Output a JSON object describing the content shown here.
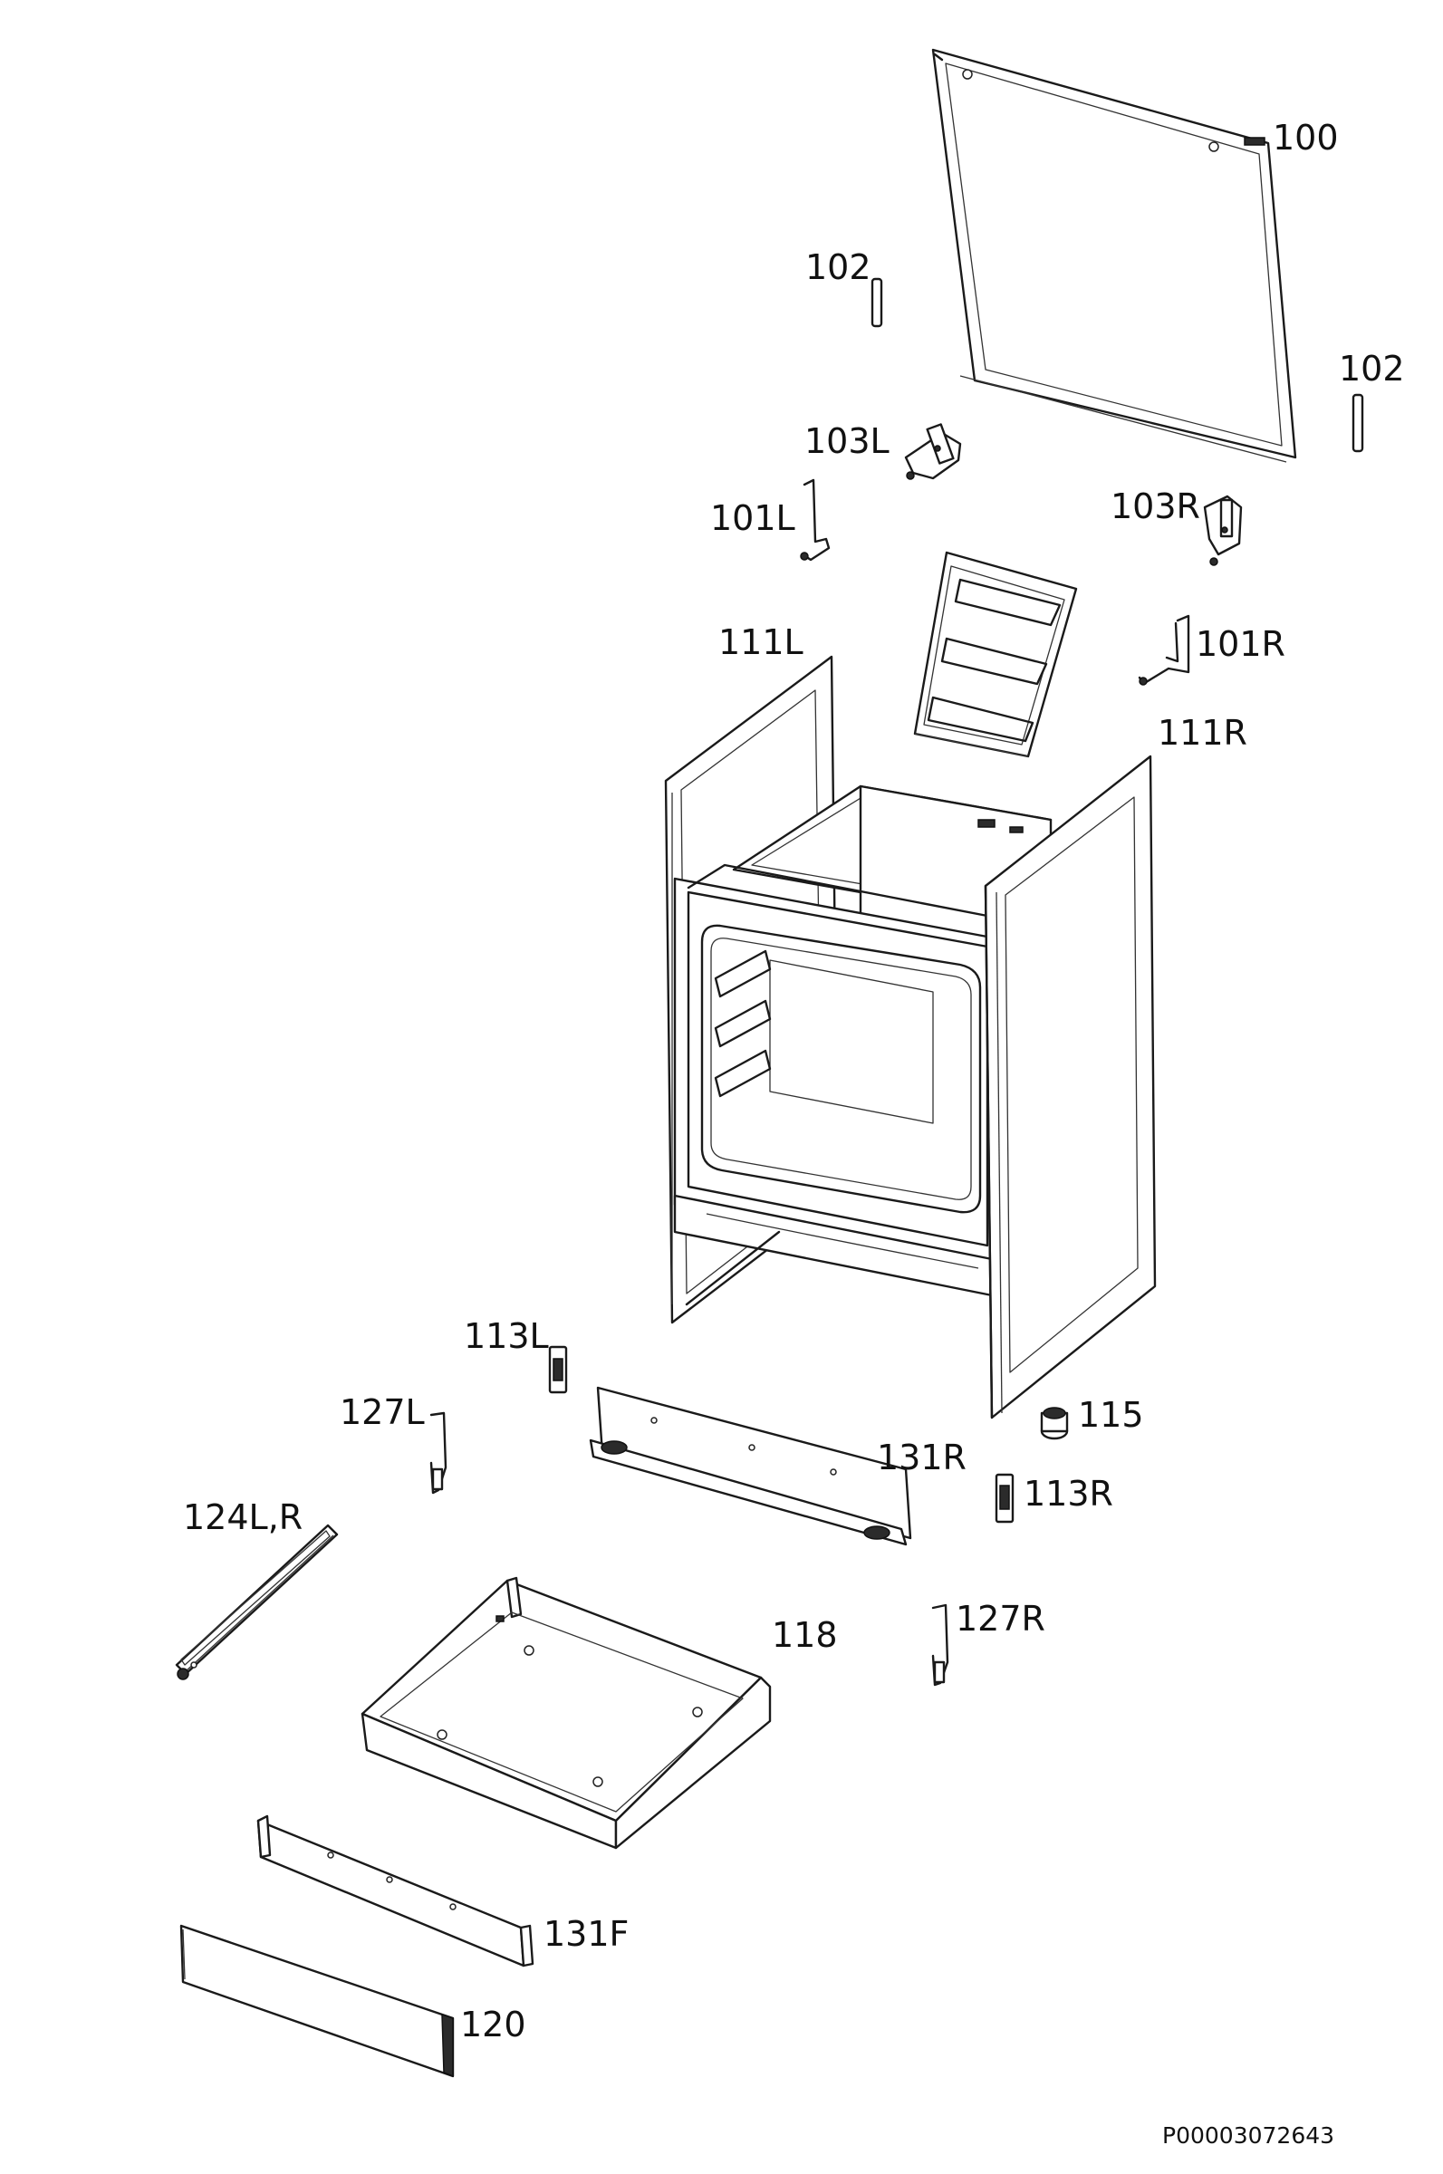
{
  "parts": [
    {
      "id": "p100",
      "label": "100"
    },
    {
      "id": "p102a",
      "label": "102"
    },
    {
      "id": "p102b",
      "label": "102"
    },
    {
      "id": "p103L",
      "label": "103L"
    },
    {
      "id": "p103R",
      "label": "103R"
    },
    {
      "id": "p101L",
      "label": "101L"
    },
    {
      "id": "p101R",
      "label": "101R"
    },
    {
      "id": "p111L",
      "label": "111L"
    },
    {
      "id": "p111R",
      "label": "111R"
    },
    {
      "id": "p113L",
      "label": "113L"
    },
    {
      "id": "p113R",
      "label": "113R"
    },
    {
      "id": "p115",
      "label": "115"
    },
    {
      "id": "p127L",
      "label": "127L"
    },
    {
      "id": "p127R",
      "label": "127R"
    },
    {
      "id": "p131R",
      "label": "131R"
    },
    {
      "id": "p124",
      "label": "124L,R"
    },
    {
      "id": "p118",
      "label": "118"
    },
    {
      "id": "p131F",
      "label": "131F"
    },
    {
      "id": "p120",
      "label": "120"
    }
  ],
  "diagram_code": "P00003072643"
}
